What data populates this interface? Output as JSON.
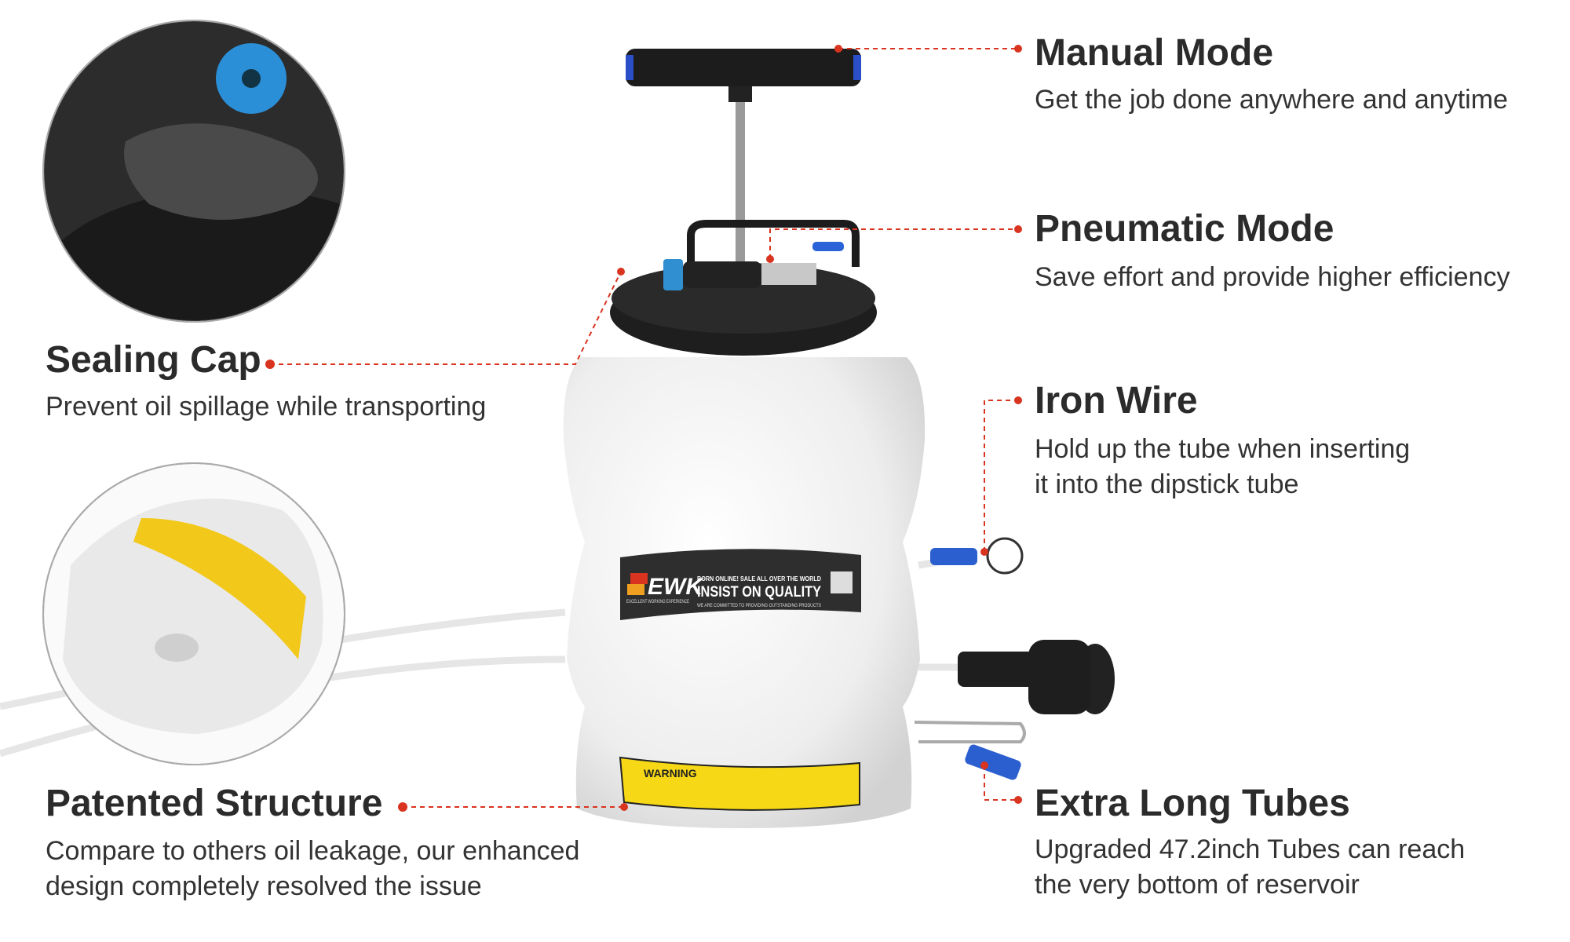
{
  "accent_color": "#d9341f",
  "features": {
    "manual": {
      "title": "Manual Mode",
      "desc": [
        "Get the job done anywhere and anytime"
      ]
    },
    "pneumatic": {
      "title": "Pneumatic Mode",
      "desc": [
        "Save effort and provide higher efficiency"
      ]
    },
    "iron_wire": {
      "title": "Iron Wire",
      "desc": [
        "Hold up the tube when inserting",
        "it into the dipstick tube"
      ]
    },
    "tubes": {
      "title": "Extra Long Tubes",
      "desc": [
        "Upgraded 47.2inch Tubes can reach",
        "the very bottom of reservoir"
      ]
    },
    "sealing_cap": {
      "title": "Sealing Cap",
      "desc": [
        "Prevent oil spillage while transporting"
      ]
    },
    "patented": {
      "title": "Patented Structure",
      "desc": [
        "Compare to others oil leakage, our enhanced",
        "design completely resolved the issue"
      ]
    }
  },
  "product_label": {
    "brand": "EWK",
    "brand_tagline": "EXCELLENT WORKING EXPERIENCE",
    "line1": "BORN ONLINE! SALE ALL OVER THE WORLD",
    "line2": "INSIST ON QUALITY",
    "line3": "WE ARE COMMITTED TO PROVIDING OUTSTANDING PRODUCTS"
  },
  "warning_label": "WARNING"
}
